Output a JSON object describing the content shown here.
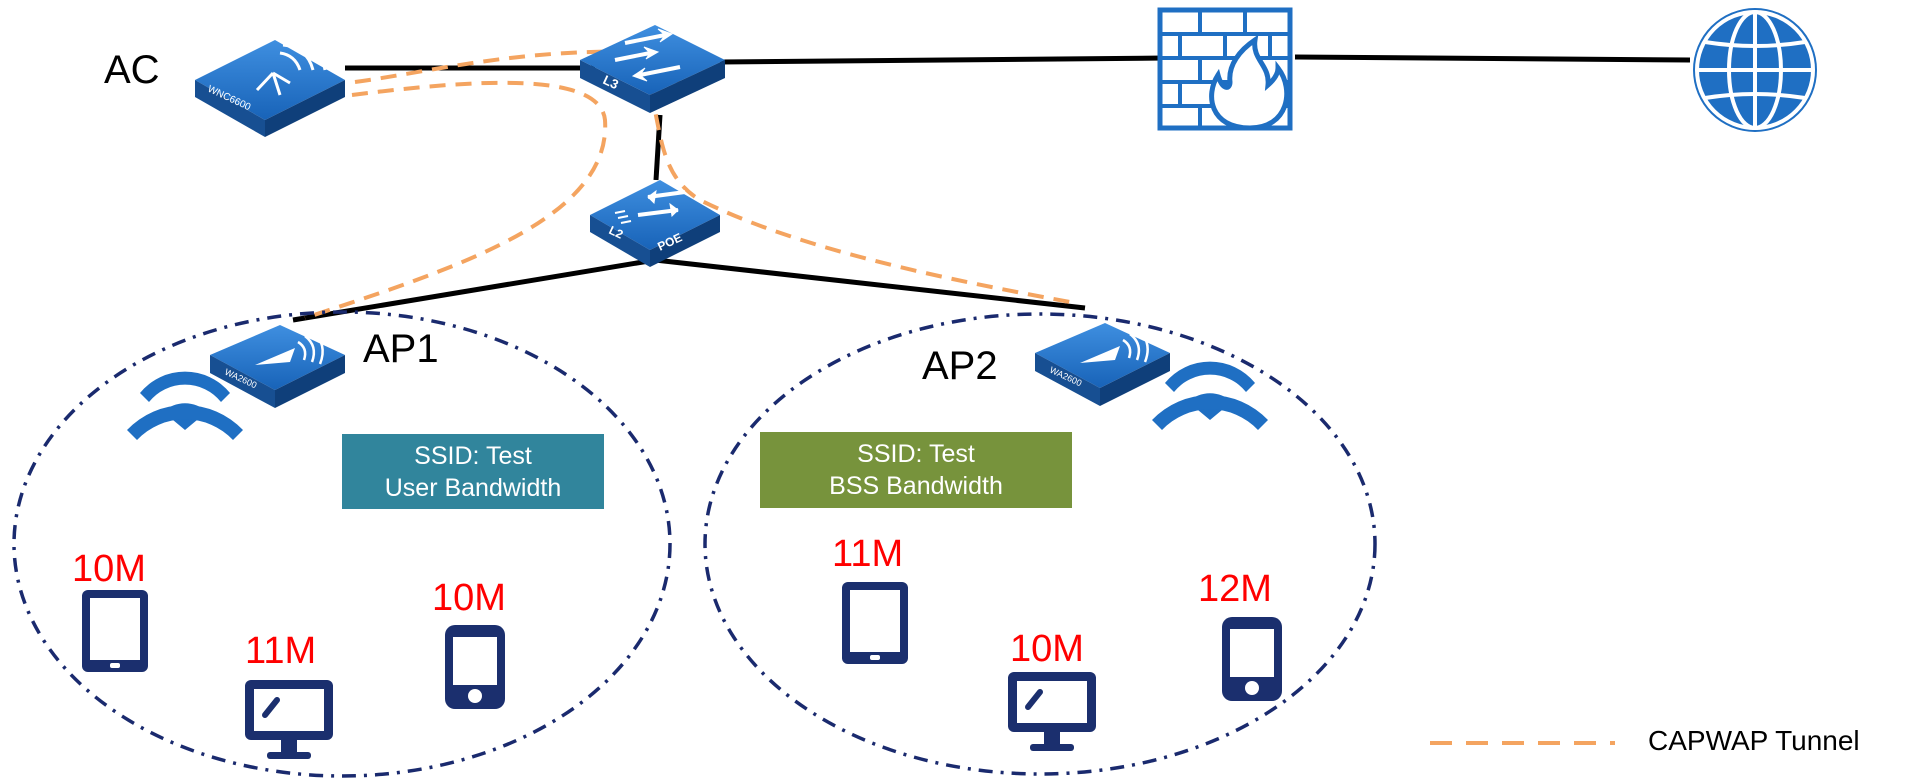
{
  "labels": {
    "ac": "AC",
    "ap1": "AP1",
    "ap2": "AP2"
  },
  "devices": {
    "ac_model": "WNC6600",
    "l3_switch": "L3",
    "l2_switch": "L2",
    "poe": "POE",
    "ap1_model": "WA2600",
    "ap2_model": "WA2600"
  },
  "ssid_boxes": [
    {
      "line1": "SSID: Test",
      "line2": "User Bandwidth",
      "color": "#31859c"
    },
    {
      "line1": "SSID: Test",
      "line2": "BSS Bandwidth",
      "color": "#77933c"
    }
  ],
  "clients": {
    "ap1": [
      {
        "type": "tablet",
        "rate": "10M"
      },
      {
        "type": "monitor",
        "rate": "11M"
      },
      {
        "type": "phone",
        "rate": "10M"
      }
    ],
    "ap2": [
      {
        "type": "tablet",
        "rate": "11M"
      },
      {
        "type": "monitor",
        "rate": "10M"
      },
      {
        "type": "phone",
        "rate": "12M"
      }
    ]
  },
  "legend": {
    "tunnel_label": "CAPWAP Tunnel"
  },
  "colors": {
    "device_blue": "#1f6fc3",
    "client_navy": "#1b2f6e",
    "tunnel_orange": "#f4a460",
    "rate_red": "#ff0000",
    "ellipse_navy": "#1a2a6e"
  }
}
